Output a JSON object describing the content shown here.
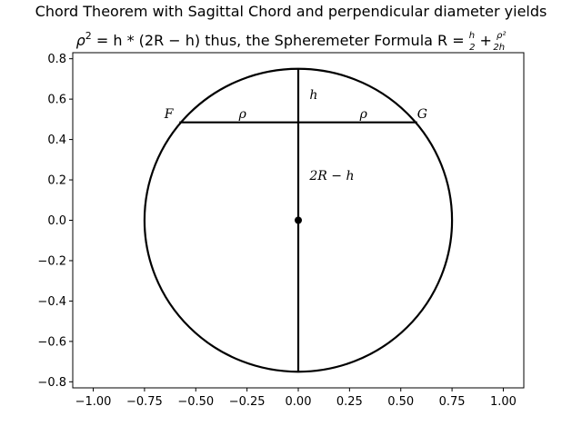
{
  "chart_data": {
    "type": "line",
    "title": "Chord Theorem with Sagittal Chord and perpendicular diameter yields",
    "subtitle": {
      "part1": "ρ",
      "sup1": "2",
      "part2": " = h * (2R − h) thus, the Spheremeter Formula R = ",
      "frac1_num": "h",
      "frac1_den": "2",
      "plus": " + ",
      "frac2_num": "ρ²",
      "frac2_den": "2h"
    },
    "xlabel": "",
    "ylabel": "",
    "xlim": [
      -1.1,
      1.1
    ],
    "ylim": [
      -0.83,
      0.83
    ],
    "xticks": [
      -1.0,
      -0.75,
      -0.5,
      -0.25,
      0.0,
      0.25,
      0.5,
      0.75,
      1.0
    ],
    "xtick_labels": [
      "−1.00",
      "−0.75",
      "−0.50",
      "−0.25",
      "0.00",
      "0.25",
      "0.50",
      "0.75",
      "1.00"
    ],
    "yticks": [
      -0.8,
      -0.6,
      -0.4,
      -0.2,
      0.0,
      0.2,
      0.4,
      0.6,
      0.8
    ],
    "ytick_labels": [
      "−0.8",
      "−0.6",
      "−0.4",
      "−0.2",
      "0.0",
      "0.2",
      "0.4",
      "0.6",
      "0.8"
    ],
    "grid": false,
    "circle": {
      "cx": 0.0,
      "cy": 0.0,
      "r": 0.75
    },
    "center_point": {
      "x": 0.0,
      "y": 0.0
    },
    "series": [
      {
        "x": [
          -0.58,
          0.58
        ],
        "y": [
          0.485,
          0.485
        ]
      },
      {
        "x": [
          0.0,
          0.0
        ],
        "y": [
          -0.75,
          0.75
        ]
      }
    ],
    "annotations": [
      {
        "text": "F",
        "x": -0.61,
        "y": 0.505,
        "anchor": "end"
      },
      {
        "text": "G",
        "x": 0.58,
        "y": 0.505,
        "anchor": "start"
      },
      {
        "text": "ρ",
        "x": -0.29,
        "y": 0.505,
        "anchor": "start"
      },
      {
        "text": "ρ",
        "x": 0.3,
        "y": 0.505,
        "anchor": "start"
      },
      {
        "text": "h",
        "x": 0.055,
        "y": 0.6,
        "anchor": "start"
      },
      {
        "text": "2R − h",
        "x": 0.055,
        "y": 0.2,
        "anchor": "start"
      }
    ],
    "colors": {
      "line": "#000000",
      "background": "#ffffff"
    }
  }
}
